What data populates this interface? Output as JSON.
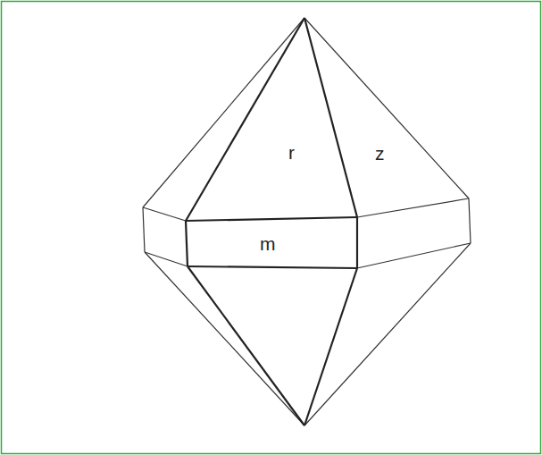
{
  "diagram": {
    "labels": [
      "r",
      "z",
      "m"
    ]
  }
}
